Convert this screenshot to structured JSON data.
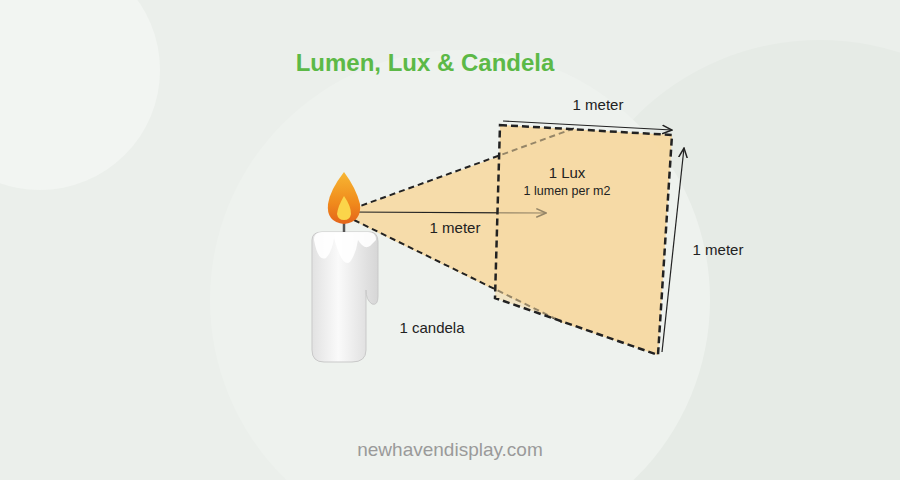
{
  "diagram": {
    "title": "Lumen, Lux & Candela",
    "nodes": [
      {
        "text": [
          "1 Lux",
          "1 lumen per m2"
        ]
      }
    ],
    "labels": [
      "1 meter",
      "1 meter",
      "1 meter",
      "1 candela",
      "newhavendisplay.com"
    ]
  }
}
